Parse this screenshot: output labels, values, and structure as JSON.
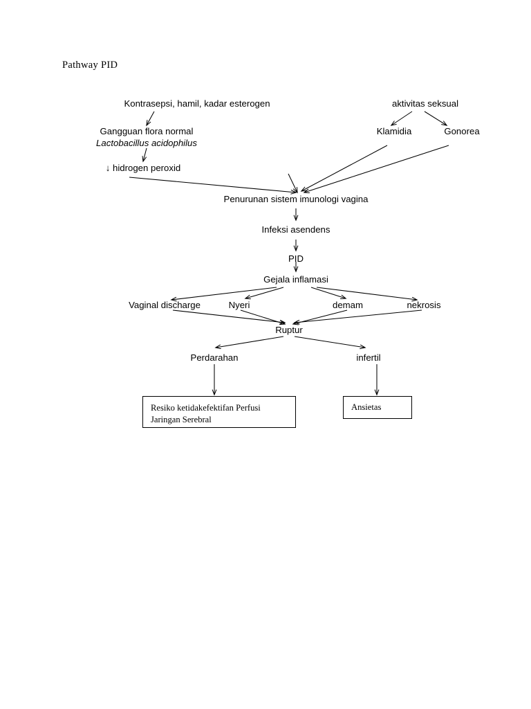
{
  "document": {
    "title": "Pathway PID"
  },
  "diagram": {
    "type": "flowchart",
    "nodes": [
      {
        "id": "kontrasepsi",
        "label": "Kontrasepsi, hamil, kadar esterogen"
      },
      {
        "id": "aktivitas-seksual",
        "label": "aktivitas seksual"
      },
      {
        "id": "gangguan-flora",
        "label": "Gangguan flora normal"
      },
      {
        "id": "lactobacillus",
        "label": "Lactobacillus acidophilus",
        "style": "italic"
      },
      {
        "id": "klamidia",
        "label": "Klamidia"
      },
      {
        "id": "gonorea",
        "label": "Gonorea"
      },
      {
        "id": "hidrogen-peroxid",
        "label": "↓ hidrogen peroxid"
      },
      {
        "id": "penurunan-sistem-imunologi",
        "label": "Penurunan sistem imunologi vagina"
      },
      {
        "id": "infeksi-asendens",
        "label": "Infeksi asendens"
      },
      {
        "id": "pid",
        "label": "PID"
      },
      {
        "id": "gejala-inflamasi",
        "label": "Gejala inflamasi"
      },
      {
        "id": "vaginal-discharge",
        "label": "Vaginal discharge"
      },
      {
        "id": "nyeri",
        "label": "Nyeri"
      },
      {
        "id": "demam",
        "label": "demam"
      },
      {
        "id": "nekrosis",
        "label": "nekrosis"
      },
      {
        "id": "ruptur",
        "label": "Ruptur"
      },
      {
        "id": "perdarahan",
        "label": "Perdarahan"
      },
      {
        "id": "infertil",
        "label": "infertil"
      }
    ],
    "boxes": [
      {
        "id": "resiko-perfusi",
        "line1": "Resiko ketidakefektifan Perfusi",
        "line2": "Jaringan Serebral"
      },
      {
        "id": "ansietas",
        "line1": "Ansietas"
      }
    ]
  }
}
